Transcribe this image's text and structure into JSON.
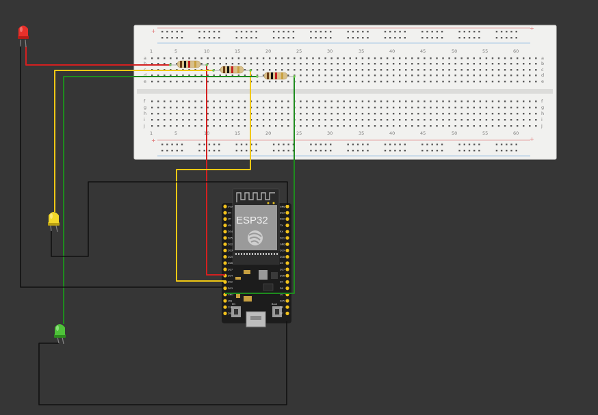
{
  "breadboard": {
    "column_numbers": [
      "1",
      "5",
      "10",
      "15",
      "20",
      "25",
      "30",
      "35",
      "40",
      "45",
      "50",
      "55",
      "60"
    ],
    "top_rows": [
      "a",
      "b",
      "c",
      "d",
      "e"
    ],
    "bottom_rows": [
      "f",
      "g",
      "h",
      "i",
      "j"
    ],
    "rail_symbol": "+"
  },
  "esp32": {
    "label": "ESP32",
    "left_pins": [
      "3V3",
      "EN",
      "VP",
      "VN",
      "D34",
      "D35",
      "D32",
      "D33",
      "D25",
      "D26",
      "D27",
      "D14",
      "D12",
      "D13",
      "GND",
      "VIN",
      "CLK",
      "D0"
    ],
    "right_pins": [
      "GND",
      "D23",
      "D22",
      "TX",
      "RX",
      "D21",
      "GND",
      "D19",
      "D18",
      "D5",
      "D17",
      "D16",
      "D4",
      "D0",
      "D2",
      "D15",
      "D8",
      "D7"
    ],
    "button_labels": [
      "EN",
      "Boot"
    ]
  },
  "leds": [
    {
      "color_name": "red",
      "body": "#e8302a",
      "dark": "#b31d18"
    },
    {
      "color_name": "yellow",
      "body": "#f2d82a",
      "dark": "#b9a012"
    },
    {
      "color_name": "green",
      "body": "#4fc23a",
      "dark": "#2d8a1e"
    }
  ],
  "wire_colors": {
    "red": "#d42020",
    "yellow": "#f0c814",
    "green": "#1e8c1e",
    "black": "#111111"
  },
  "resistor_count": 3
}
